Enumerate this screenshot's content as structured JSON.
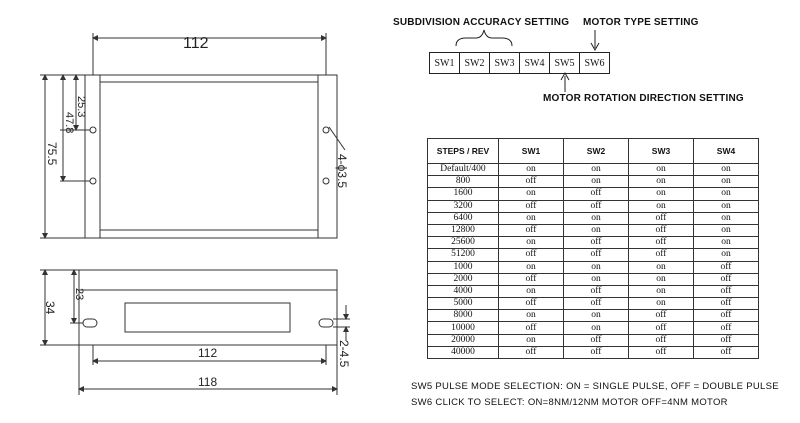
{
  "dimensions": {
    "top_width": "112",
    "dim_25_3": "25.3",
    "dim_47_8": "47.8",
    "dim_75_5": "75.5",
    "hole_spec": "4-ϕ3.5",
    "dim_23": "23",
    "dim_34": "34",
    "bottom_inner": "112",
    "bottom_outer": "118",
    "slot": "2-4.5"
  },
  "settings": {
    "subdivision_label": "SUBDIVISION ACCURACY SETTING",
    "motor_type_label": "MOTOR TYPE SETTING",
    "rotation_label": "MOTOR ROTATION DIRECTION SETTING",
    "switches": [
      "SW1",
      "SW2",
      "SW3",
      "SW4",
      "SW5",
      "SW6"
    ]
  },
  "table": {
    "headers": [
      "STEPS / REV",
      "SW1",
      "SW2",
      "SW3",
      "SW4"
    ],
    "rows": [
      [
        "Default/400",
        "on",
        "on",
        "on",
        "on"
      ],
      [
        "800",
        "off",
        "on",
        "on",
        "on"
      ],
      [
        "1600",
        "on",
        "off",
        "on",
        "on"
      ],
      [
        "3200",
        "off",
        "off",
        "on",
        "on"
      ],
      [
        "6400",
        "on",
        "on",
        "off",
        "on"
      ],
      [
        "12800",
        "off",
        "on",
        "off",
        "on"
      ],
      [
        "25600",
        "on",
        "off",
        "off",
        "on"
      ],
      [
        "51200",
        "off",
        "off",
        "off",
        "on"
      ],
      [
        "1000",
        "on",
        "on",
        "on",
        "off"
      ],
      [
        "2000",
        "off",
        "on",
        "on",
        "off"
      ],
      [
        "4000",
        "on",
        "off",
        "on",
        "off"
      ],
      [
        "5000",
        "off",
        "off",
        "on",
        "off"
      ],
      [
        "8000",
        "on",
        "on",
        "off",
        "off"
      ],
      [
        "10000",
        "off",
        "on",
        "off",
        "off"
      ],
      [
        "20000",
        "on",
        "off",
        "off",
        "off"
      ],
      [
        "40000",
        "off",
        "off",
        "off",
        "off"
      ]
    ]
  },
  "notes": {
    "sw5": "SW5 PULSE MODE SELECTION: ON = SINGLE PULSE, OFF = DOUBLE PULSE",
    "sw6": "SW6 CLICK TO SELECT: ON=8NM/12NM MOTOR OFF=4NM MOTOR"
  }
}
